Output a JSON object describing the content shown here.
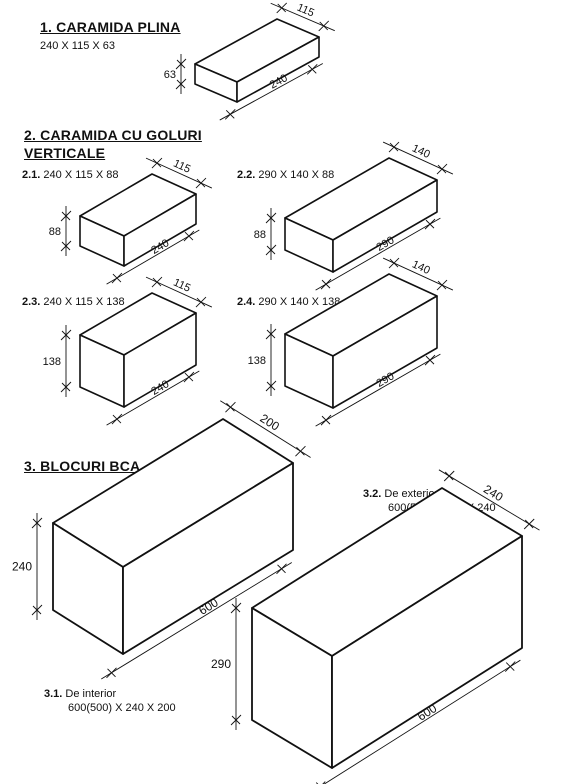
{
  "sections": {
    "s1": {
      "title": "1. CARAMIDA PLINA",
      "dims_text": "240 X 115 X 63"
    },
    "s2": {
      "title_line1": "2. CARAMIDA CU GOLURI",
      "title_line2": "VERTICALE"
    },
    "s3": {
      "title": "3. BLOCURI BCA"
    }
  },
  "labels": {
    "b21": {
      "num": "2.1.",
      "dims": "240 X 115 X 88"
    },
    "b22": {
      "num": "2.2.",
      "dims": "290 X 140 X 88"
    },
    "b23": {
      "num": "2.3.",
      "dims": "240 X 115 X 138"
    },
    "b24": {
      "num": "2.4.",
      "dims": "290 X 140 X 138"
    },
    "b31": {
      "num": "3.1.",
      "name": "De interior",
      "dims": "600(500) X 240 X 200"
    },
    "b32": {
      "num": "3.2.",
      "name": "De exterior",
      "dims": "600(500) X 290 X 240"
    }
  },
  "dimensions": {
    "b1": {
      "length": "240",
      "width": "115",
      "height": "63"
    },
    "b21": {
      "length": "240",
      "width": "115",
      "height": "88"
    },
    "b22": {
      "length": "290",
      "width": "140",
      "height": "88"
    },
    "b23": {
      "length": "240",
      "width": "115",
      "height": "138"
    },
    "b24": {
      "length": "290",
      "width": "140",
      "height": "138"
    },
    "b31": {
      "length": "600",
      "width": "200",
      "height": "240"
    },
    "b32": {
      "length": "600",
      "width": "240",
      "height": "290"
    }
  }
}
